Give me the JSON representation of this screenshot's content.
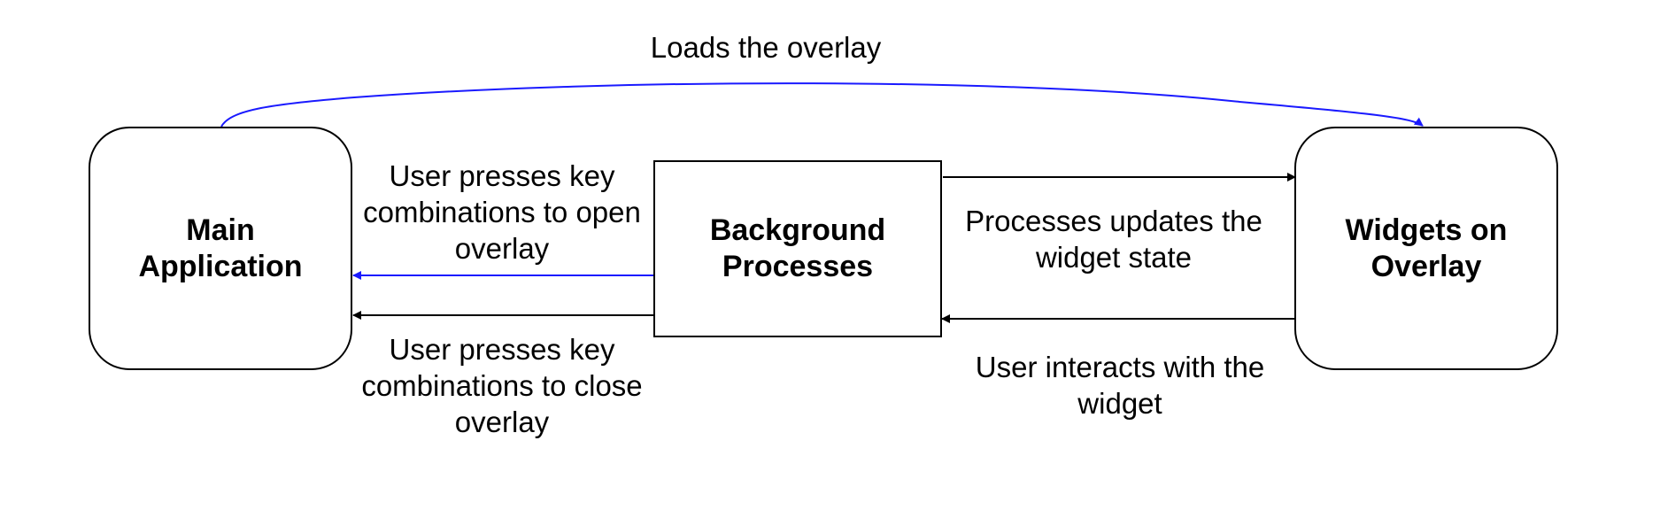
{
  "nodes": {
    "main_app": "Main\nApplication",
    "background": "Background\nProcesses",
    "widgets": "Widgets on\nOverlay"
  },
  "edges": {
    "loads_overlay": "Loads the overlay",
    "open_overlay": "User presses key\ncombinations to open\noverlay",
    "close_overlay": "User presses key\ncombinations to close\noverlay",
    "updates_state": "Processes updates the\nwidget state",
    "interacts": "User interacts with the\nwidget"
  },
  "colors": {
    "blue_arrow": "#1a1aff",
    "black_arrow": "#000000"
  }
}
